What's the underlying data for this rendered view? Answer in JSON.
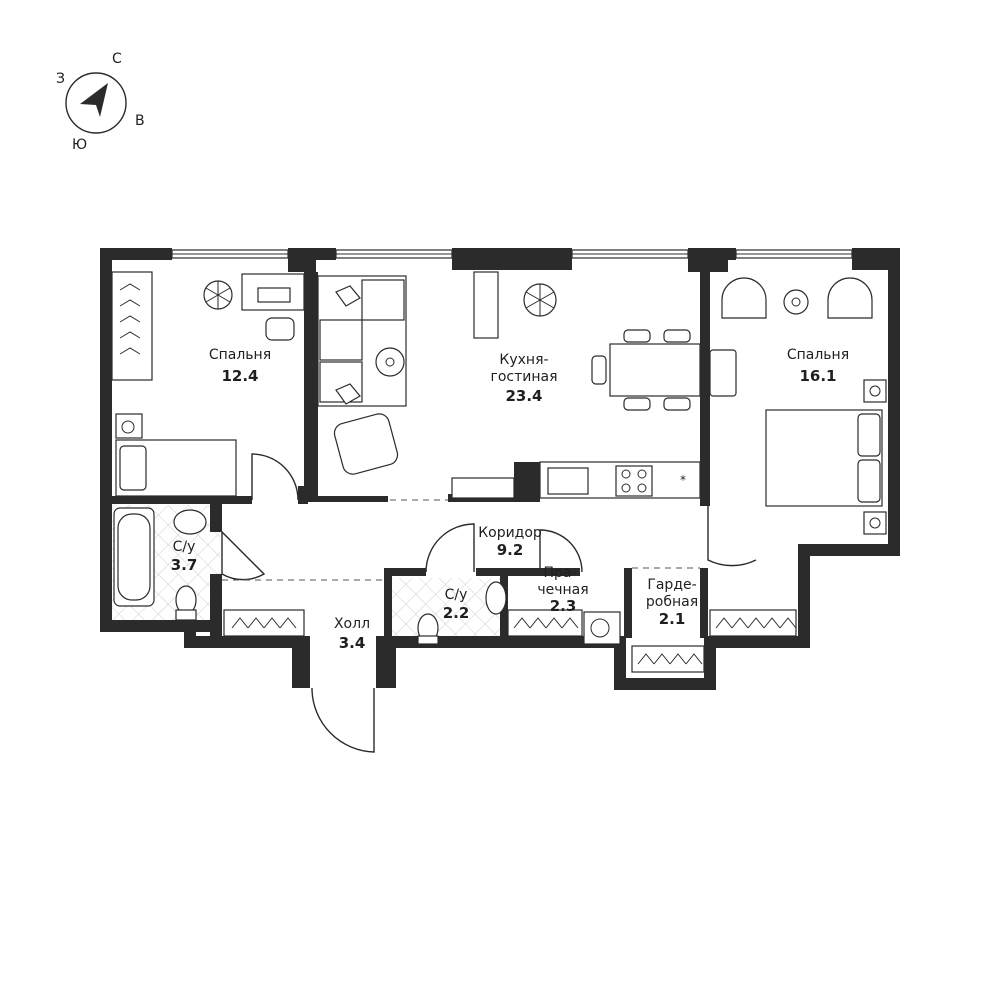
{
  "compass": {
    "north": "С",
    "west": "З",
    "east": "В",
    "south": "Ю"
  },
  "rooms": {
    "bedroom_left": {
      "name": "Спальня",
      "area": "12.4"
    },
    "kitchen_living": {
      "name_line1": "Кухня-",
      "name_line2": "гостиная",
      "area": "23.4"
    },
    "bedroom_right": {
      "name": "Спальня",
      "area": "16.1"
    },
    "bathroom_left": {
      "name": "С/у",
      "area": "3.7"
    },
    "corridor": {
      "name": "Коридор",
      "area": "9.2"
    },
    "bathroom_mid": {
      "name": "С/у",
      "area": "2.2"
    },
    "laundry": {
      "name_line1": "Пра-",
      "name_line2": "чечная",
      "area": "2.3"
    },
    "wardrobe": {
      "name_line1": "Гарде-",
      "name_line2": "робная",
      "area": "2.1"
    },
    "hall": {
      "name": "Холл",
      "area": "3.4"
    }
  },
  "colors": {
    "wall": "#2b2b2b",
    "tile": "#d9d9d9",
    "background": "#ffffff"
  }
}
